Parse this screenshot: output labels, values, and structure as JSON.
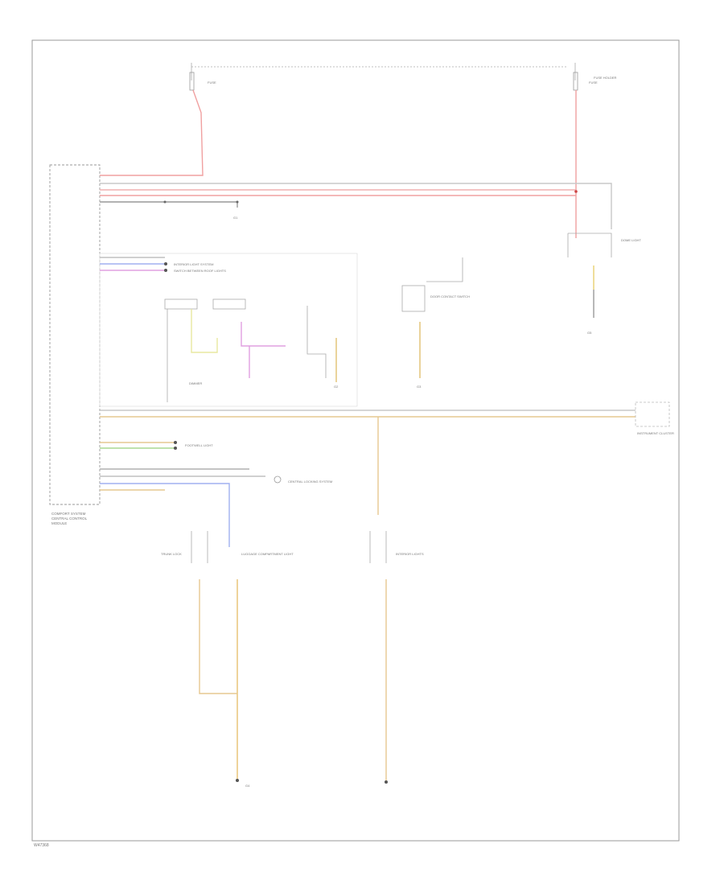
{
  "diagram": {
    "footer_code": "W47368",
    "colors": {
      "red_wire": "#f0a0a0",
      "gray_wire": "#b8b8b8",
      "tan_wire": "#e6c890",
      "yellow_wire": "#e8e080",
      "pink_wire": "#e0a0e0",
      "blue_wire": "#a0b0f0",
      "green_wire": "#a8d890",
      "black_wire": "#888888"
    },
    "module_label_lines": [
      "COMFORT SYSTEM",
      "CENTRAL CONTROL",
      "MODULE"
    ],
    "labels": {
      "fuse_left": "FUSE",
      "fuse_right": "FUSE",
      "fuse_right_note": "FUSE HOLDER",
      "rear_wiper_hint": "INTERIOR LIGHT SYSTEM",
      "mirror_hint": "SWITCH BETWEEN ROOF LIGHTS",
      "front_interior_dome": "DOME LIGHT",
      "dimming_relay": "DIMMER",
      "door_switch": "DOOR CONTACT SWITCH",
      "trunk_lock": "TRUNK LOCK",
      "luggage_comp": "LUGGAGE COMPARTMENT LIGHT",
      "central_locking": "CENTRAL LOCKING SYSTEM",
      "instrument_cluster": "INSTRUMENT CLUSTER",
      "footwell_light": "FOOTWELL LIGHT",
      "interior_lights": "INTERIOR LIGHTS",
      "ground_1": "G1",
      "ground_2": "G2",
      "ground_3": "G3",
      "ground_4": "G4",
      "ground_5": "G5"
    }
  }
}
